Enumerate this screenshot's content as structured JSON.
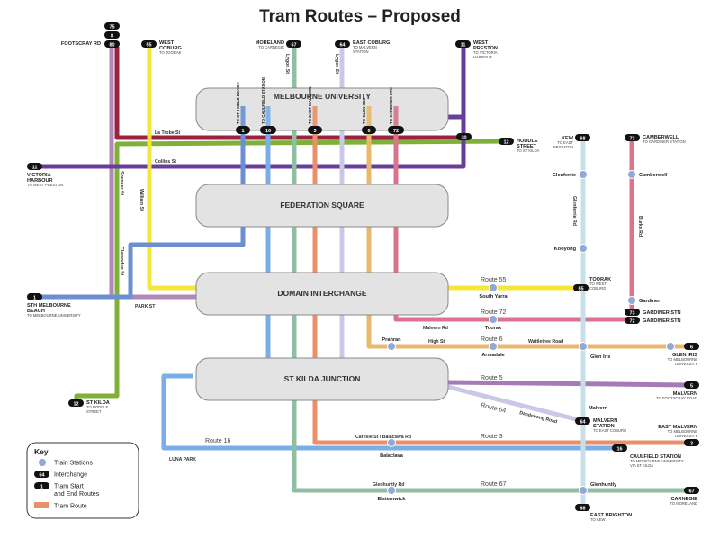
{
  "title": "Tram Routes – Proposed",
  "hubs": {
    "melbourne_university": "MELBOURNE UNIVERSITY",
    "federation_square": "FEDERATION SQUARE",
    "domain_interchange": "DOMAIN INTERCHANGE",
    "st_kilda_junction": "ST KILDA JUNCTION"
  },
  "termini": {
    "t75": "75",
    "t8": "8",
    "t80": "80",
    "footscray": "FOOTSCRAY RD",
    "t55": "55",
    "west_coburg": "WEST",
    "west_coburg2": "COBURG",
    "west_coburg_sub": "TO TOORAK",
    "moreland": "MORELAND",
    "moreland_sub": "TO CARNEGIE",
    "t67": "67",
    "t64": "64",
    "east_coburg": "EAST COBURG",
    "east_coburg_sub": "TO MALVERN",
    "east_coburg_sub2": "STATION",
    "t11": "11",
    "west_preston": "WEST",
    "west_preston2": "PRESTON",
    "west_preston_sub": "TO VICTORIA",
    "west_preston_sub2": "HARBOUR",
    "victoria_harbour": "VICTORIA",
    "victoria_harbour2": "HARBOUR",
    "victoria_harbour_sub": "TO WEST PRESTON",
    "t11b": "11",
    "stm_beach": "STH MELBOURNE",
    "stm_beach2": "BEACH",
    "stm_beach_sub": "TO MELBOURNE UNIVERSITY",
    "t1": "1",
    "st_kilda": "ST KILDA",
    "st_kilda_sub": "TO HODDLE",
    "st_kilda_sub2": "STREET",
    "t12b": "12",
    "hoddle": "HODDLE",
    "hoddle2": "STREET",
    "hoddle_sub": "TO ST KILDA",
    "t12": "12",
    "kew": "KEW",
    "kew_sub": "TO EAST",
    "kew_sub2": "BRIGHTON",
    "t68": "68",
    "camberwell": "CAMBERWELL",
    "camberwell_sub": "TO GARDINER STATION",
    "t73": "73",
    "toorak": "TOORAK",
    "toorak_sub": "TO WEST",
    "toorak_sub2": "COBURG",
    "t55b": "55",
    "gardiner_stn": "GARDINER STN",
    "t73b": "73",
    "gardiner_stn2": "GARDINER STN",
    "t72": "72",
    "glen_iris": "GLEN IRIS",
    "glen_iris_sub": "TO MELBOURNE",
    "glen_iris_sub2": "UNIVERSITY",
    "t6": "6",
    "malvern": "MALVERN",
    "malvern_sub": "TO FOOTSCRAY ROAD",
    "t5": "5",
    "malvern_station": "MALVERN",
    "malvern_station2": "STATION",
    "malvern_station_sub": "TO EAST COBURG",
    "t64b": "64",
    "east_malvern": "EAST MALVERN",
    "east_malvern_sub": "TO MELBOURNE",
    "east_malvern_sub2": "UNIVERSITY",
    "t3": "3",
    "caulfield": "CAULFIELD STATION",
    "caulfield_sub": "TO MELBOURNE UNIVERSITY",
    "caulfield_sub2": "VIA ST KILDA",
    "t16": "16",
    "carnegie": "CARNEGIE",
    "carnegie_sub": "TO MORELAND",
    "t67b": "67",
    "east_brighton": "EAST BRIGHTON",
    "east_brighton_sub": "TO KEW",
    "t68b": "68",
    "t30": "30"
  },
  "uni_badges": [
    "1",
    "16",
    "3",
    "6",
    "72"
  ],
  "uni_badge_labels": [
    "TO STH MELB BEACH",
    "TO CAULFIELD STATION",
    "TO EAST MALVERN",
    "TO GLEN IRIS",
    "TO GARDINER STN"
  ],
  "streets": {
    "latrobe": "La Trobe St",
    "collins": "Collins St",
    "william": "William St",
    "spencer": "Spencer St",
    "clarendon": "Clarendon St",
    "park": "PARK ST",
    "lygon": "Lygon St",
    "lygon2": "Lygon St",
    "glenferrie": "Glenferrie Rd",
    "burke": "Burke Rd",
    "malvern_rd": "Malvern Rd",
    "high_st": "High St",
    "wattletree": "Wattletree Road",
    "dandenong": "Dandenong Road",
    "carlisle": "Carlisle St / Balaclava Rd",
    "glenhuntly_rd": "Glenhuntly Rd",
    "luna_park": "LUNA PARK"
  },
  "stations": {
    "glenferrie": "Glenferrie",
    "kooyong": "Kooyong",
    "camberwell": "Camberwell",
    "gardiner": "Gardiner",
    "south_yarra": "South Yarra",
    "toorak": "Toorak",
    "prahran": "Prahran",
    "armadale": "Armadale",
    "glen_iris": "Glen Iris",
    "malvern": "Malvern",
    "balaclava": "Balaclava",
    "glenhuntly": "Glenhuntly",
    "elsternwick": "Elsternwick"
  },
  "route_labels": {
    "r55": "Route 55",
    "r72": "Route 72",
    "r6": "Route 6",
    "r5": "Route 5",
    "r64": "Route 64",
    "r3": "Route 3",
    "r16": "Route 16",
    "r67": "Route 67"
  },
  "key": {
    "title": "Key",
    "train_stations": "Train Stations",
    "interchange": "Interchange",
    "interchange_badge": "64",
    "start_end": "Tram Start",
    "start_end2": "and End Routes",
    "start_end_badge": "1",
    "tram_route": "Tram Route"
  },
  "colors": {
    "r1": "#6b8fd0",
    "r3": "#e8906a",
    "r5": "#a67bb5",
    "r6": "#e8b86d",
    "r8": "#9b2140",
    "r11": "#6a3d9a",
    "r12": "#7fb13a",
    "r16": "#7aaee8",
    "r55": "#f5e63a",
    "r64": "#c9c8e6",
    "r67": "#8fbfa0",
    "r68": "#c6dfe8",
    "r72": "#d9748c",
    "r73": "#d9748c",
    "r75": "#b288b6",
    "hub": "#e3e3e3",
    "station": "#8fa9d8"
  }
}
